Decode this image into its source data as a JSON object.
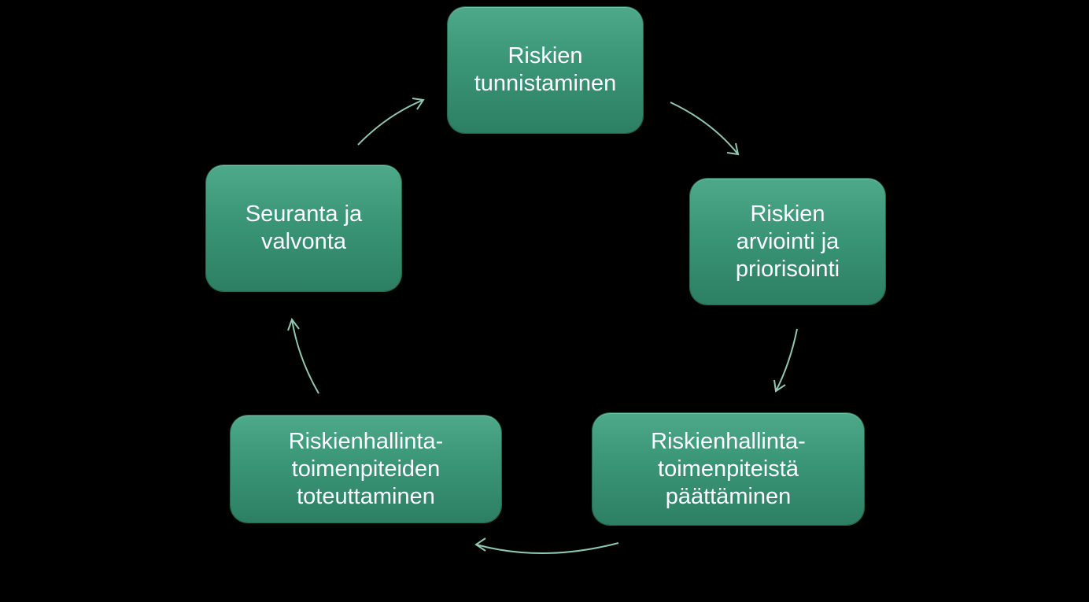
{
  "diagram": {
    "type": "cycle",
    "steps": [
      {
        "id": "1",
        "label": "Riskien\ntunnistaminen"
      },
      {
        "id": "2",
        "label": "Riskien\narviointi ja\npriorisointi"
      },
      {
        "id": "3",
        "label": "Riskienhallinta-\ntoimenpiteistä\npäättäminen"
      },
      {
        "id": "4",
        "label": "Riskienhallinta-\ntoimenpiteiden\ntoteuttaminen"
      },
      {
        "id": "5",
        "label": "Seuranta  ja\nvalvonta"
      }
    ],
    "edges": [
      {
        "from": "1",
        "to": "2"
      },
      {
        "from": "2",
        "to": "3"
      },
      {
        "from": "3",
        "to": "4"
      },
      {
        "from": "4",
        "to": "5"
      },
      {
        "from": "5",
        "to": "1"
      }
    ],
    "colors": {
      "background": "#000000",
      "node_fill": "#3a9577",
      "node_text": "#ffffff",
      "arrow": "#8fc7b3"
    }
  }
}
